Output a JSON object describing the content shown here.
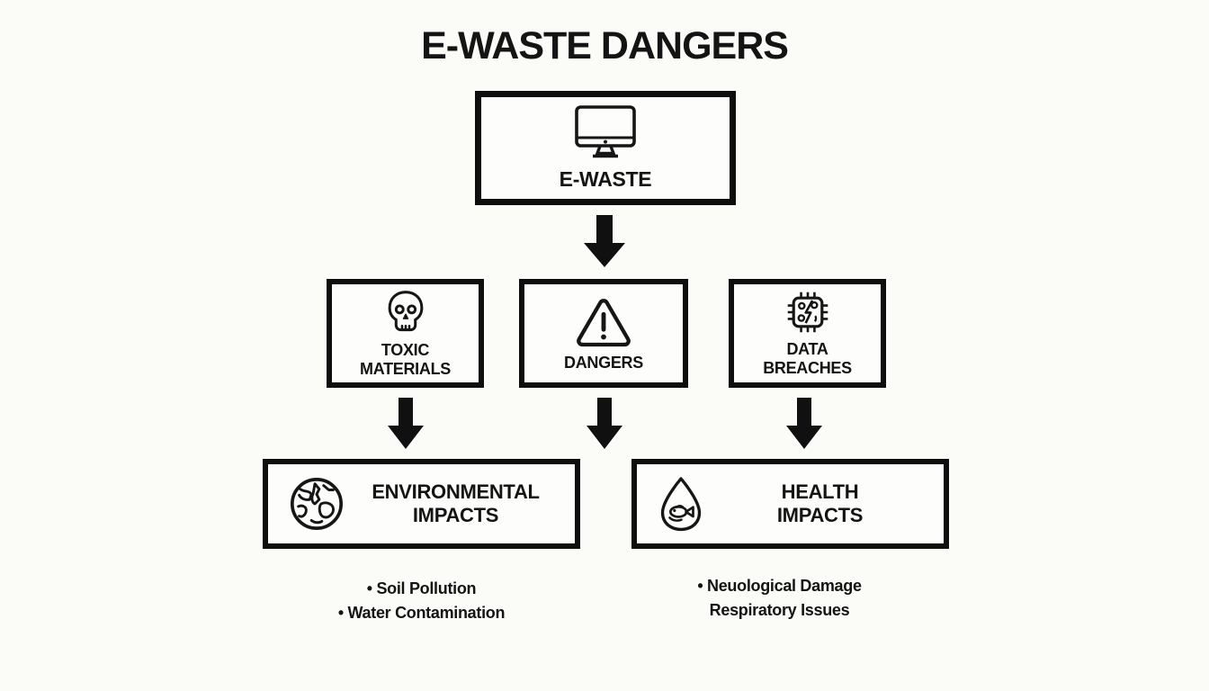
{
  "title": "E-WASTE DANGERS",
  "colors": {
    "ink": "#141414",
    "background": "#fbfbf8",
    "border": "#0e0e0e"
  },
  "nodes": {
    "ewaste": {
      "label": "E-WASTE",
      "icon": "desktop-monitor"
    },
    "toxic_materials": {
      "line1": "TOXIC",
      "line2": "MATERIALS",
      "icon": "skull"
    },
    "dangers": {
      "label": "DANGERS",
      "icon": "warning-triangle"
    },
    "data_breaches": {
      "line1": "DATA",
      "line2": "BREACHES",
      "icon": "circuit-chip"
    },
    "environmental_impacts": {
      "line1": "ENVIRONMENTAL",
      "line2": "IMPACTS",
      "icon": "globe"
    },
    "health_impacts": {
      "line1": "HEALTH",
      "line2": "IMPACTS",
      "icon": "water-drop-fish"
    }
  },
  "environmental_list": [
    "• Soil Pollution",
    "• Water Contamination"
  ],
  "health_list": [
    "• Neuological Damage",
    "Respiratory Issues"
  ]
}
